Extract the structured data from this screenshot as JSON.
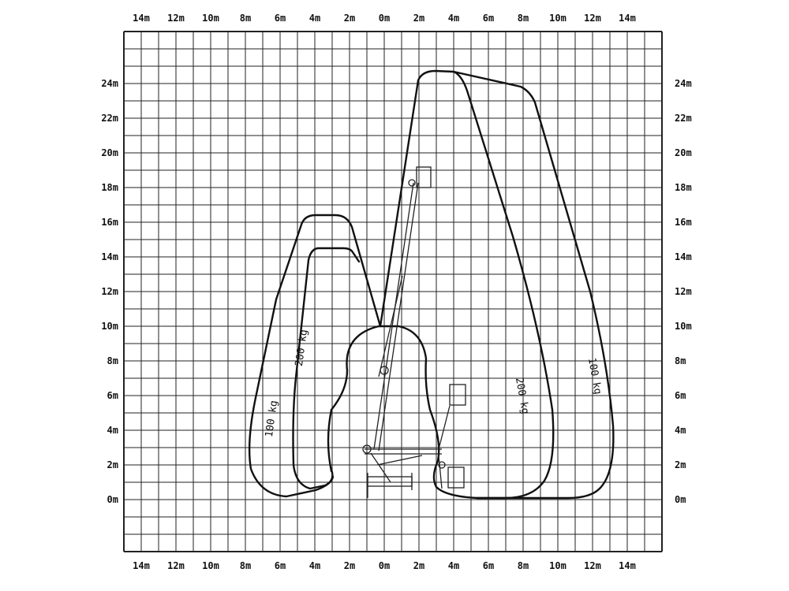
{
  "diagram": {
    "x_axis_labels": [
      "14m",
      "12m",
      "10m",
      "8m",
      "6m",
      "4m",
      "2m",
      "0m",
      "2m",
      "4m",
      "6m",
      "8m",
      "10m",
      "12m",
      "14m"
    ],
    "y_axis_labels": [
      "24m",
      "22m",
      "20m",
      "18m",
      "16m",
      "14m",
      "12m",
      "10m",
      "8m",
      "6m",
      "4m",
      "2m",
      "0m"
    ],
    "grid_unit": "1 m",
    "load_labels": {
      "left_outer": "100 kg",
      "left_inner": "200 kg",
      "right_inner": "200 kg",
      "right_outer": "100 kg"
    },
    "line_color": "#111111",
    "background": "#ffffff"
  }
}
